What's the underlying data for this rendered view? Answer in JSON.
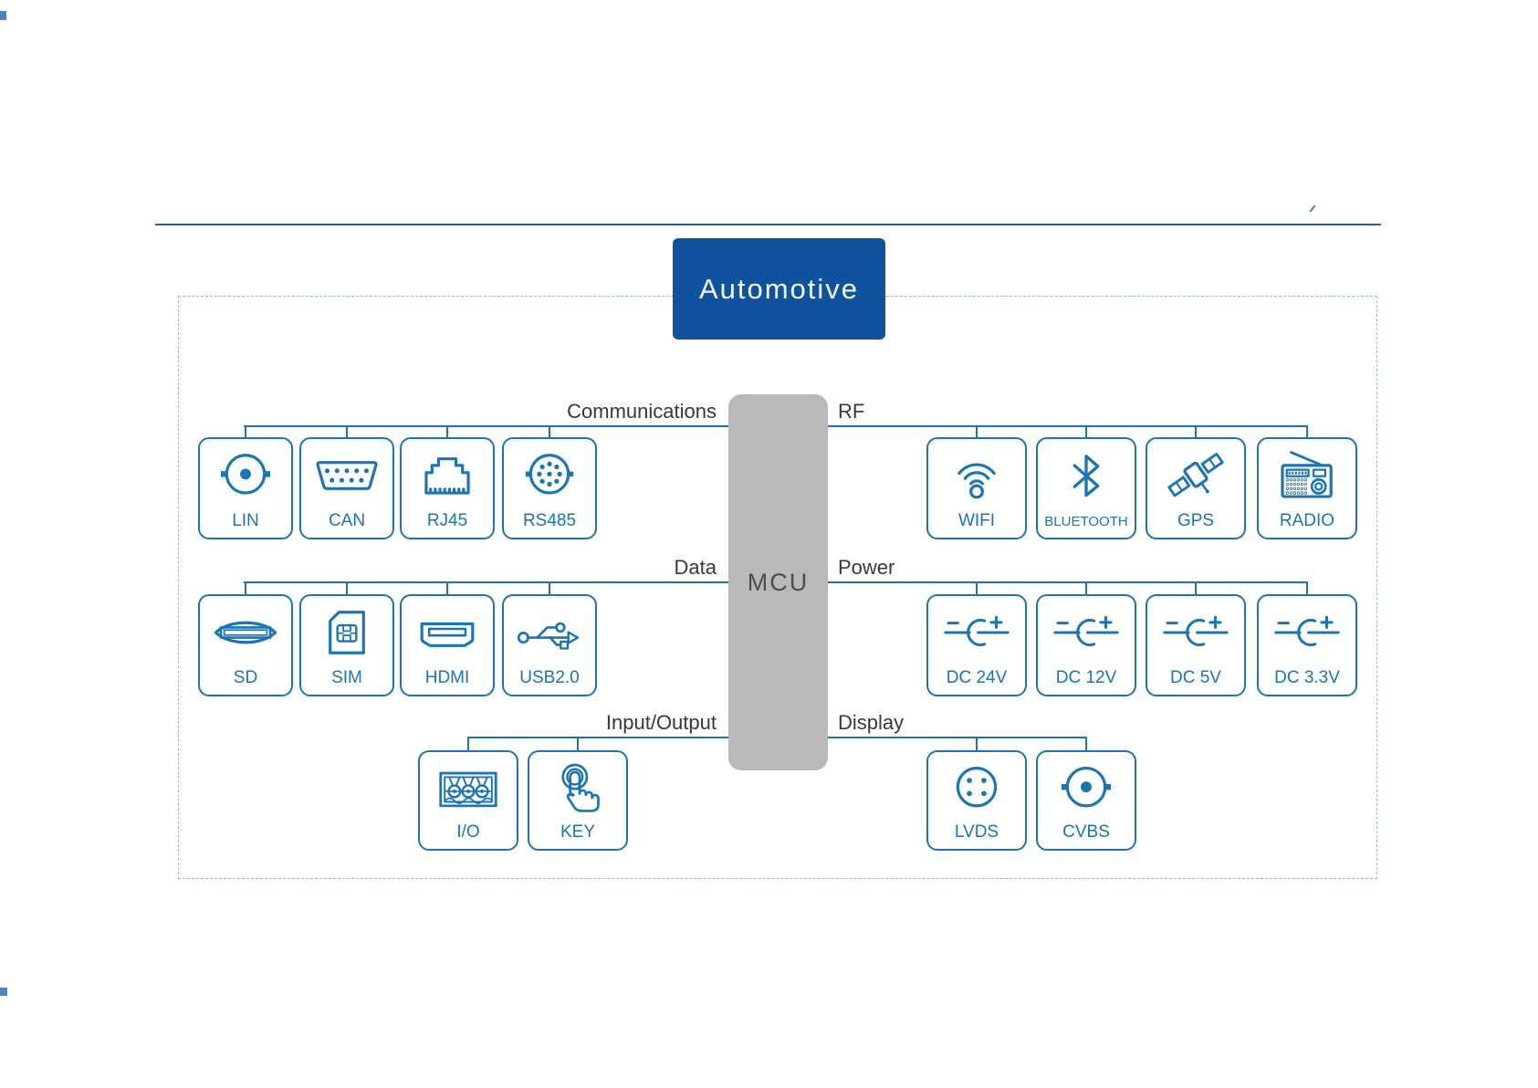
{
  "title": {
    "label": "Automotive"
  },
  "mcu": {
    "label": "MCU"
  },
  "colors": {
    "accent_blue": "#1b74b4",
    "title_background": "#11529e",
    "mcu_background": "#b9b9b9",
    "rule_blue": "#2060a8",
    "group_label_text": "#383838"
  },
  "groups": [
    {
      "label": "Communications",
      "side": "left",
      "items": [
        {
          "label": "LIN",
          "icon": "bnc-connector-icon"
        },
        {
          "label": "CAN",
          "icon": "db9-connector-icon"
        },
        {
          "label": "RJ45",
          "icon": "ethernet-port-icon"
        },
        {
          "label": "RS485",
          "icon": "din-connector-icon"
        }
      ]
    },
    {
      "label": "RF",
      "side": "right",
      "items": [
        {
          "label": "WIFI",
          "icon": "wifi-icon"
        },
        {
          "label": "BLUETOOTH",
          "icon": "bluetooth-icon"
        },
        {
          "label": "GPS",
          "icon": "satellite-icon"
        },
        {
          "label": "RADIO",
          "icon": "radio-icon"
        }
      ]
    },
    {
      "label": "Data",
      "side": "left",
      "items": [
        {
          "label": "SD",
          "icon": "sd-slot-icon"
        },
        {
          "label": "SIM",
          "icon": "sim-card-icon"
        },
        {
          "label": "HDMI",
          "icon": "hdmi-port-icon"
        },
        {
          "label": "USB2.0",
          "icon": "usb-icon"
        }
      ]
    },
    {
      "label": "Power",
      "side": "right",
      "items": [
        {
          "label": "DC 24V",
          "icon": "dc-power-icon"
        },
        {
          "label": "DC 12V",
          "icon": "dc-power-icon"
        },
        {
          "label": "DC 5V",
          "icon": "dc-power-icon"
        },
        {
          "label": "DC 3.3V",
          "icon": "dc-power-icon"
        }
      ]
    },
    {
      "label": "Input/Output",
      "side": "left",
      "items": [
        {
          "label": "I/O",
          "icon": "terminal-block-icon"
        },
        {
          "label": "KEY",
          "icon": "touch-key-icon"
        }
      ]
    },
    {
      "label": "Display",
      "side": "right",
      "items": [
        {
          "label": "LVDS",
          "icon": "lvds-connector-icon"
        },
        {
          "label": "CVBS",
          "icon": "bnc-connector-icon"
        }
      ]
    }
  ]
}
